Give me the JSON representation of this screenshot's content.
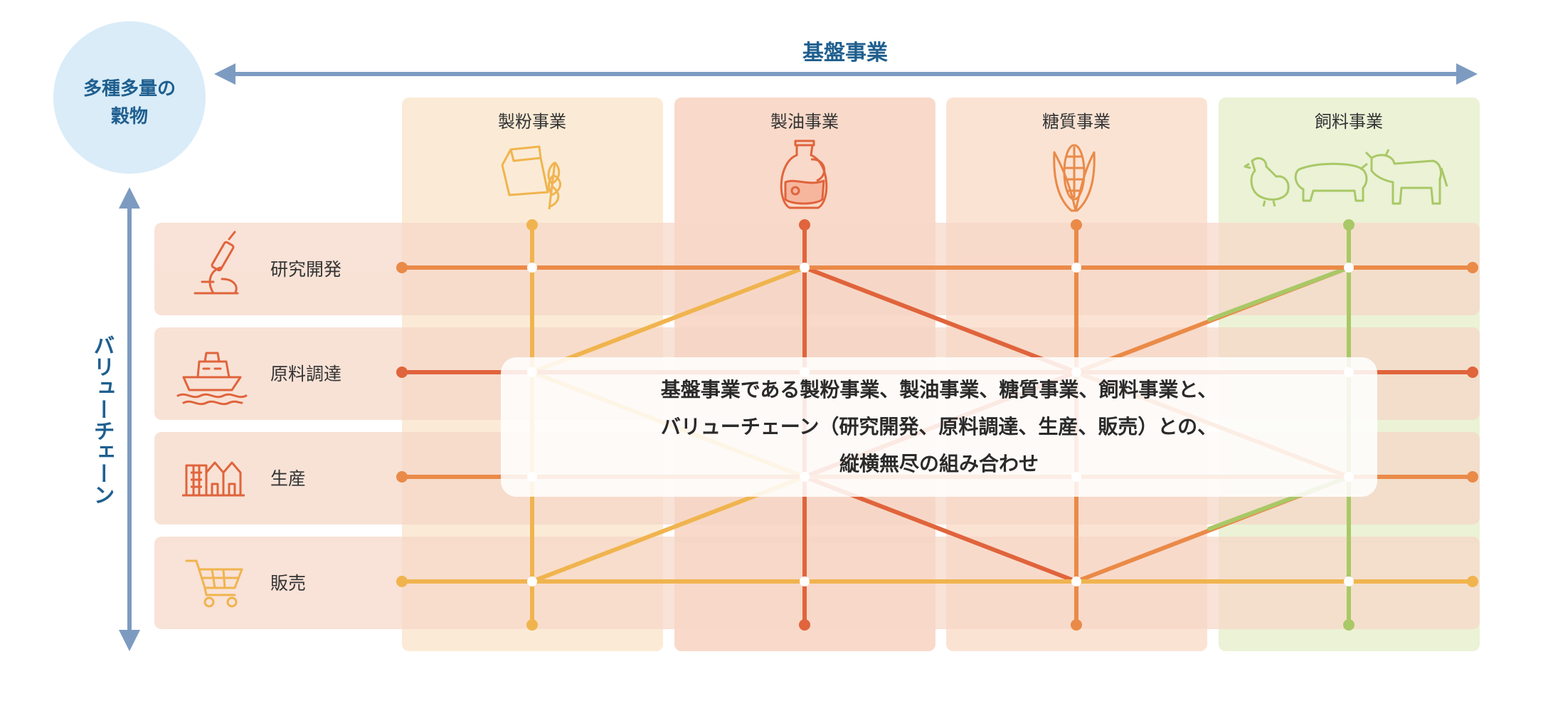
{
  "source": {
    "label_line1": "多種多量の",
    "label_line2": "穀物"
  },
  "horizontal_axis": {
    "label": "基盤事業"
  },
  "vertical_axis": {
    "label": "バリューチェーン"
  },
  "columns": [
    {
      "label": "製粉事業",
      "icon": "flour-bag-wheat-icon"
    },
    {
      "label": "製油事業",
      "icon": "oil-jug-icon"
    },
    {
      "label": "糖質事業",
      "icon": "corn-icon"
    },
    {
      "label": "飼料事業",
      "icon": "livestock-icon"
    }
  ],
  "rows": [
    {
      "label": "研究開発",
      "icon": "microscope-icon"
    },
    {
      "label": "原料調達",
      "icon": "ship-icon"
    },
    {
      "label": "生産",
      "icon": "factory-icon"
    },
    {
      "label": "販売",
      "icon": "shopping-cart-icon"
    }
  ],
  "summary": {
    "line1": "基盤事業である製粉事業、製油事業、糖質事業、飼料事業と、",
    "line2": "バリューチェーン（研究開発、原料調達、生産、販売）との、",
    "line3": "縦横無尽の組み合わせ"
  },
  "colors": {
    "axis_blue": "#7d9bc1",
    "axis_text": "#1f5f8f",
    "circle_bg": "#d9ecf8",
    "row_band": "#f9e5da",
    "col_flour": "#fbebd6",
    "col_oil": "#f9d9c9",
    "col_sugar": "#fbe3d4",
    "col_feed": "#ebf2d6",
    "line_yellow": "#f0b44e",
    "line_red": "#e0643c",
    "line_orange": "#ea8a48",
    "line_green": "#a9c866"
  }
}
